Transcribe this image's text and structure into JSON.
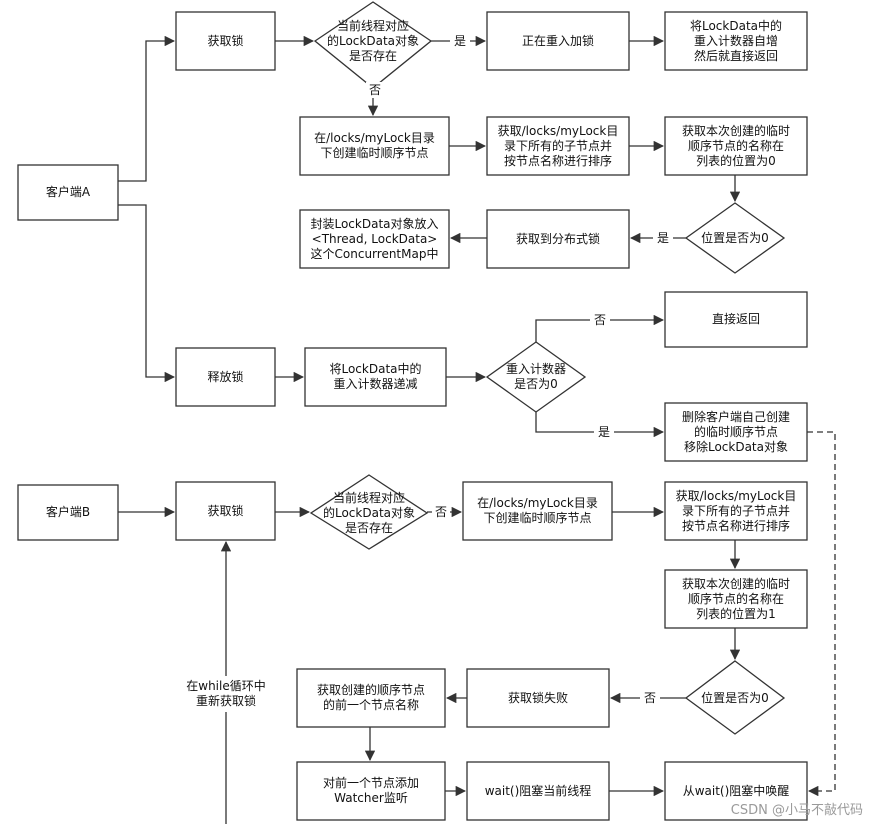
{
  "nodes": {
    "clientA": "客户端A",
    "acquireA": "获取锁",
    "checkA": "当前线程对应\n的LockData对象\n是否存在",
    "reentering": "正在重入加锁",
    "incCounter": "将LockData中的\n重入计数器自增\n然后就直接返回",
    "createA": "在/locks/myLock目录\n下创建临时顺序节点",
    "sortA": "获取/locks/myLock目\n录下所有的子节点并\n按节点名称进行排序",
    "posA": "获取本次创建的临时\n顺序节点的名称在\n列表的位置为0",
    "pos0A": "位置是否为0",
    "gotLock": "获取到分布式锁",
    "wrap": "封装LockData对象放入\n<Thread, LockData>\n这个ConcurrentMap中",
    "releaseA": "释放锁",
    "decCounter": "将LockData中的\n重入计数器递减",
    "counter0": "重入计数器\n是否为0",
    "directReturn": "直接返回",
    "deleteNode": "删除客户端自己创建\n的临时顺序节点\n移除LockData对象",
    "clientB": "客户端B",
    "acquireB": "获取锁",
    "checkB": "当前线程对应\n的LockData对象\n是否存在",
    "createB": "在/locks/myLock目录\n下创建临时顺序节点",
    "sortB": "获取/locks/myLock目\n录下所有的子节点并\n按节点名称进行排序",
    "posB": "获取本次创建的临时\n顺序节点的名称在\n列表的位置为1",
    "pos0B": "位置是否为0",
    "failLock": "获取锁失败",
    "prevNode": "获取创建的顺序节点\n的前一个节点名称",
    "watcher": "对前一个节点添加\nWatcher监听",
    "wait": "wait()阻塞当前线程",
    "wakeup": "从wait()阻塞中唤醒"
  },
  "edge_labels": {
    "yes1": "是",
    "no1": "否",
    "yes2": "是",
    "no2": "否",
    "yes3": "是",
    "no3": "否",
    "no4": "否"
  },
  "loop_label": "在while循环中\n重新获取锁",
  "watermark": "CSDN @小马不敲代码",
  "colors": {
    "stroke": "#333333",
    "fill": "#ffffff",
    "text": "#111111",
    "watermark": "#9a9a9a"
  }
}
